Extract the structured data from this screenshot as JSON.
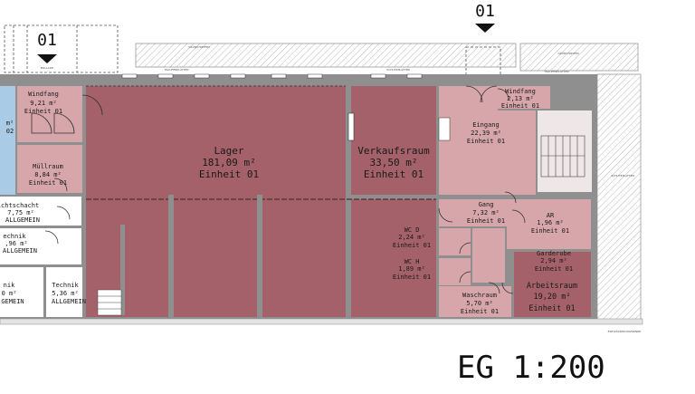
{
  "plan_label": "EG 1:200",
  "section_markers": [
    "01",
    "01"
  ],
  "annotations": [
    "GRÜNSTREIFEN",
    "GRÜNSTREIFEN",
    "TRAUFENPLATTEN",
    "TRAUFENPLATTEN",
    "SCHUTZPLATTEN",
    "SCHUTZPLATTEN",
    "ENTWÄSSERUNGSRINNE",
    "BOLLARD"
  ],
  "rooms": {
    "lager": {
      "name": "Lager",
      "area": "181,09 m²",
      "unit": "Einheit 01"
    },
    "verkaufsraum": {
      "name": "Verkaufsraum",
      "area": "33,50 m²",
      "unit": "Einheit 01"
    },
    "eingang": {
      "name": "Eingang",
      "area": "22,39 m²",
      "unit": "Einheit 01"
    },
    "windfang_left": {
      "name": "Windfang",
      "area": "9,21 m²",
      "unit": "Einheit 01"
    },
    "windfang_right": {
      "name": "Windfang",
      "area": "2,13 m²",
      "unit": "Einheit 01"
    },
    "muellraum": {
      "name": "Müllraum",
      "area": "8,84 m²",
      "unit": "Einheit 01"
    },
    "gang": {
      "name": "Gang",
      "area": "7,32 m²",
      "unit": "Einheit 01"
    },
    "ar": {
      "name": "AR",
      "area": "1,96 m²",
      "unit": "Einheit 01"
    },
    "wc_d": {
      "name": "WC D",
      "area": "2,24 m²",
      "unit": "Einheit 01"
    },
    "wc_h": {
      "name": "WC H",
      "area": "1,89 m²",
      "unit": "Einheit 01"
    },
    "garderobe": {
      "name": "Garderobe",
      "area": "2,94 m²",
      "unit": "Einheit 01"
    },
    "waschraum": {
      "name": "Waschraum",
      "area": "5,70 m²",
      "unit": "Einheit 01"
    },
    "arbeitsraum": {
      "name": "Arbeitsraum",
      "area": "19,20 m²",
      "unit": "Einheit 01"
    },
    "lichtschacht": {
      "name": "ichtschacht",
      "area": "7,75 m²",
      "unit": "ALLGEMEIN"
    },
    "technik_a": {
      "name": "echnik",
      "area": ",96 m²",
      "unit": "ALLGEMEIN"
    },
    "technik_b": {
      "name": "nik",
      "area": "0 m²",
      "unit": "GEMEIN"
    },
    "technik_c": {
      "name": "Technik",
      "area": "5,36 m²",
      "unit": "ALLGEMEIN"
    },
    "partial_top": {
      "area": "m²",
      "unit": "02"
    }
  },
  "colors": {
    "room_dark": "#a46169",
    "room_light": "#d6a6ab",
    "room_blue": "#aacbe6",
    "wall": "#8f8f8f",
    "hatch": "#cfcfcf"
  }
}
